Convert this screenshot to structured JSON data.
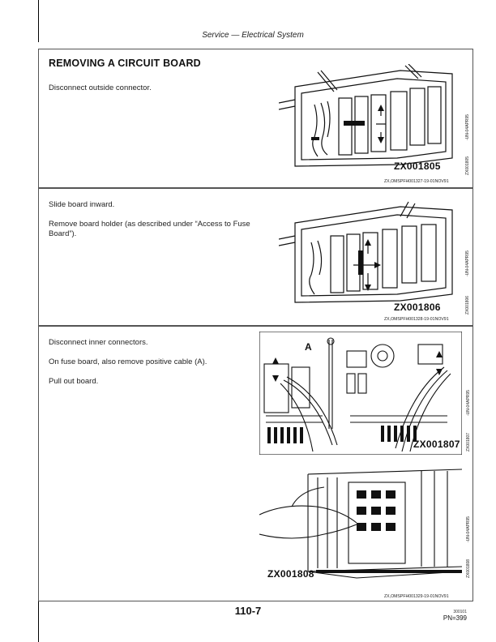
{
  "header": {
    "running_title": "Service — Electrical System"
  },
  "sections": [
    {
      "title": "REMOVING A CIRCUIT BOARD",
      "paragraphs": [
        "Disconnect outside connector."
      ],
      "figures": [
        {
          "label": "ZX001805",
          "side_code": "ZX001805",
          "side_date": "-UN-04APR95",
          "ref": "ZX,OMSPFH001327-19-01NOV91"
        }
      ]
    },
    {
      "title": "",
      "paragraphs": [
        "Slide board inward.",
        "Remove board holder (as described under “Access to Fuse Board”)."
      ],
      "figures": [
        {
          "label": "ZX001806",
          "side_code": "ZX001806",
          "side_date": "-UN-04APR95",
          "ref": "ZX,OMSPFH001328-19-01NOV91"
        }
      ]
    },
    {
      "title": "",
      "paragraphs": [
        "Disconnect inner connectors.",
        "On fuse board, also remove positive cable (A).",
        "Pull out board."
      ],
      "figures": [
        {
          "label": "ZX001807",
          "side_code": "ZX001807",
          "side_date": "-UN-04APR95",
          "callout": "A"
        },
        {
          "label": "ZX001808",
          "side_code": "ZX001808",
          "side_date": "-UN-04APR95",
          "ref": "ZX,OMSPFH001329-19-01NOV91"
        }
      ]
    }
  ],
  "footer": {
    "page_number": "110-7",
    "small_code": "300101",
    "pn": "PN=399"
  }
}
